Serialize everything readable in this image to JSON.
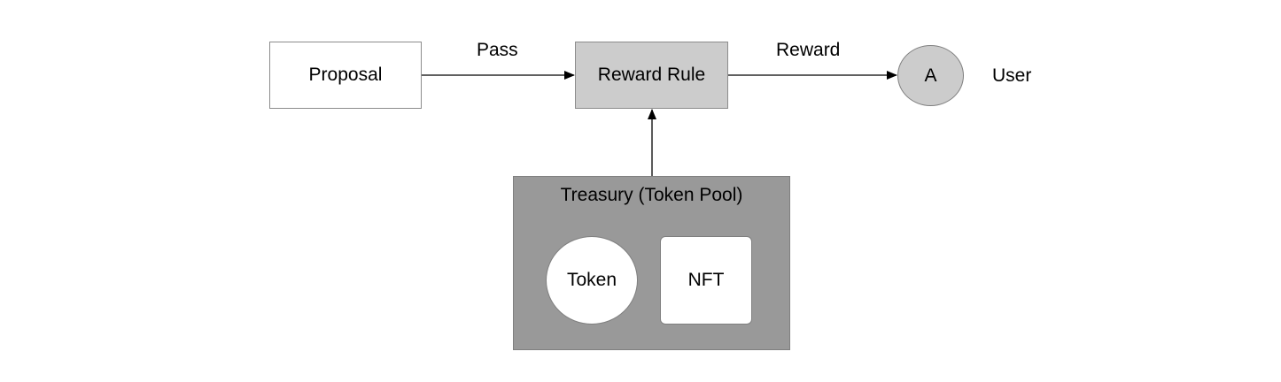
{
  "nodes": {
    "proposal": "Proposal",
    "reward_rule": "Reward Rule",
    "user_circle": "A",
    "user_label": "User",
    "treasury_title": "Treasury (Token Pool)",
    "token": "Token",
    "nft": "NFT"
  },
  "edges": {
    "pass": "Pass",
    "reward": "Reward"
  },
  "colors": {
    "reward_rule_fill": "#cccccc",
    "user_fill": "#cccccc",
    "treasury_fill": "#999999",
    "line": "#000000"
  }
}
